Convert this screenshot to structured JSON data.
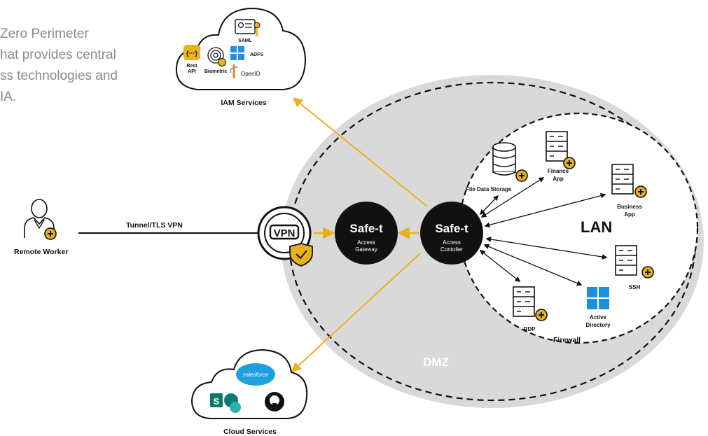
{
  "intro_lines": [
    "Zero Perimeter",
    "hat provides central",
    "ss technologies and",
    "IA."
  ],
  "zones": {
    "dmz": "DMZ",
    "lan": "LAN",
    "firewall": "Firewall"
  },
  "remote_worker": {
    "label": "Remote Worker",
    "tunnel_label": "Tunnel/TLS VPN"
  },
  "vpn": {
    "label": "VPN"
  },
  "gateway": {
    "brand": "Safe-t",
    "line1": "Access",
    "line2": "Gateway"
  },
  "controller": {
    "brand": "Safe-t",
    "line1": "Access",
    "line2": "Contoller"
  },
  "iam": {
    "title": "IAM Services",
    "items": {
      "saml": "SAML",
      "rest1": "Rest",
      "rest2": "API",
      "biometric": "Biometric",
      "adfs": "ADFS",
      "openid": "OpenID"
    }
  },
  "cloud": {
    "title": "Cloud Services",
    "salesforce": "salesforce"
  },
  "lan_resources": {
    "file_storage": "File Data Storage",
    "finance1": "Finance",
    "finance2": "App",
    "business1": "Business",
    "business2": "App",
    "ssh": "SSH",
    "ad1": "Active",
    "ad2": "Directory",
    "rdp": "RDP"
  },
  "colors": {
    "accent": "#e8b21d",
    "dark": "#111111",
    "zone_gray": "#d9d9d9",
    "text_gray": "#8a8a8a"
  }
}
